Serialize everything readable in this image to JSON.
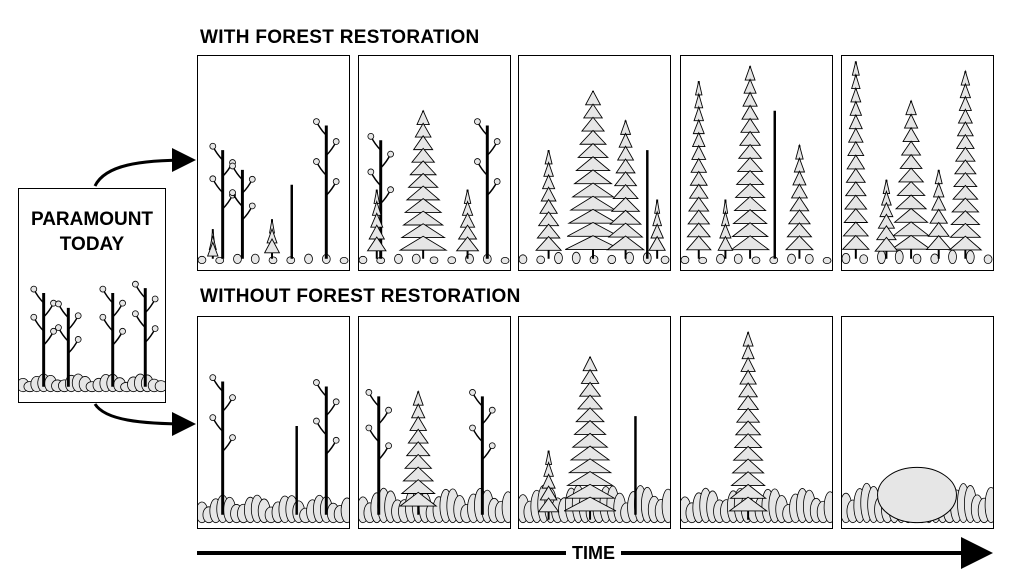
{
  "today_label": "PARAMOUNT TODAY",
  "rows": {
    "with": {
      "heading": "WITH FOREST RESTORATION"
    },
    "without": {
      "heading": "WITHOUT FOREST RESTORATION"
    }
  },
  "time_label": "TIME",
  "colors": {
    "line": "#000000",
    "fill": "#e6e6e6"
  }
}
